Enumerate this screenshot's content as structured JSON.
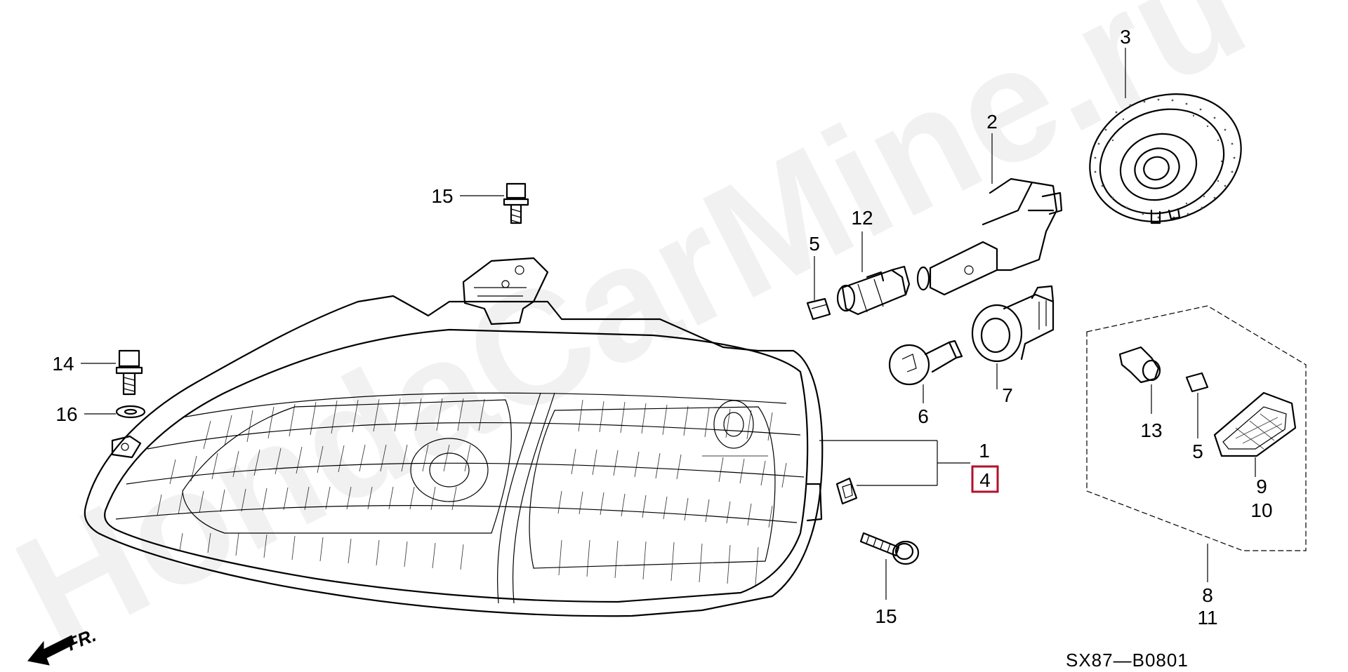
{
  "watermark": "HondaCarMine.ru",
  "drawing_code": "SX87—B0801",
  "front_indicator": "FR.",
  "selected_callout": "4",
  "highlight_color": "#b0122a",
  "callouts": {
    "c1": "1",
    "c2": "2",
    "c3": "3",
    "c4": "4",
    "c5a": "5",
    "c5b": "5",
    "c6": "6",
    "c7": "7",
    "c8": "8",
    "c9": "9",
    "c10": "10",
    "c11": "11",
    "c12": "12",
    "c13": "13",
    "c14": "14",
    "c15a": "15",
    "c15b": "15",
    "c16": "16"
  }
}
